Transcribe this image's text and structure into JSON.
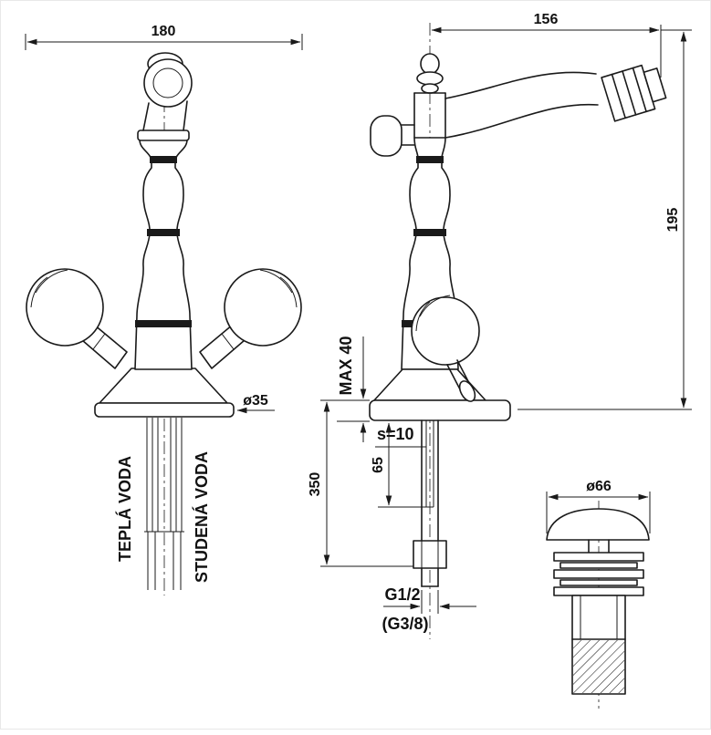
{
  "front_view": {
    "overall_width": "180",
    "flange_diameter": "ø35",
    "hot_water_label": "TEPLÁ VODA",
    "cold_water_label": "STUDENÁ VODA"
  },
  "side_view": {
    "spout_reach": "156",
    "spout_height": "195",
    "max_mounting_thickness": "MAX 40",
    "wrench_size": "s=10",
    "rod_length": "65",
    "shank_length": "350",
    "thread_size": "G1/2",
    "thread_size_alt": "(G3/8)"
  },
  "drain": {
    "cap_diameter": "ø66"
  },
  "colors": {
    "line": "#1a1a1a",
    "background": "#ffffff"
  }
}
